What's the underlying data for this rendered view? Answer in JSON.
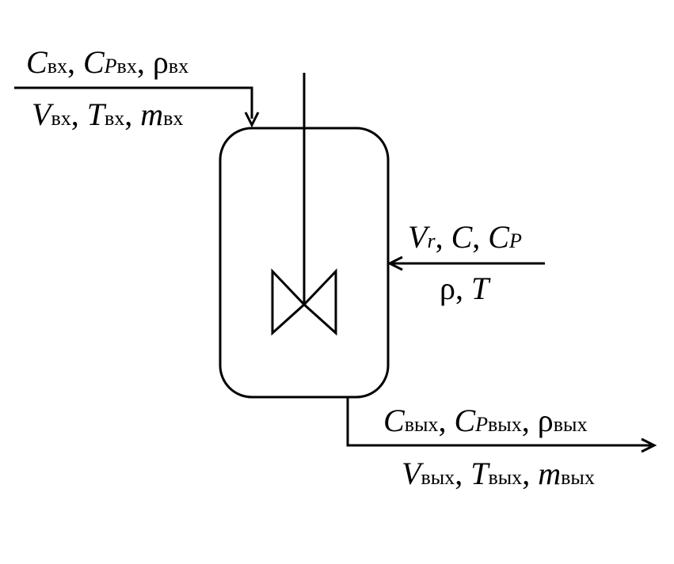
{
  "inlet": {
    "line1": [
      {
        "main": "C",
        "sub": "вх",
        "sep": ", "
      },
      {
        "main": "C",
        "subi": "P",
        "sub": "вх",
        "sep": ", "
      },
      {
        "main_plain": "ρ",
        "sub": "вх",
        "sep": ""
      }
    ],
    "line2": [
      {
        "main": "V",
        "sub": "вх",
        "sep": ", "
      },
      {
        "main": "T",
        "sub": "вх",
        "sep": ", "
      },
      {
        "main": "m",
        "sub": "вх",
        "sep": ""
      }
    ]
  },
  "reactor": {
    "line1": [
      {
        "main": "V",
        "subi": "r",
        "sep": ", "
      },
      {
        "main": "C",
        "sep": ", "
      },
      {
        "main": "C",
        "subi": "P",
        "sep": ""
      }
    ],
    "line2": [
      {
        "main_plain": "ρ",
        "sep": ", "
      },
      {
        "main": "T",
        "sep": ""
      }
    ]
  },
  "outlet": {
    "line1": [
      {
        "main": "C",
        "sub": "вых",
        "sep": ", "
      },
      {
        "main": "C",
        "subi": "P",
        "sub": "вых",
        "sep": ", "
      },
      {
        "main_plain": "ρ",
        "sub": "вых",
        "sep": ""
      }
    ],
    "line2": [
      {
        "main": "V",
        "sub": "вых",
        "sep": ", "
      },
      {
        "main": "T",
        "sub": "вых",
        "sep": ", "
      },
      {
        "main": "m",
        "sub": "вых",
        "sep": ""
      }
    ]
  }
}
